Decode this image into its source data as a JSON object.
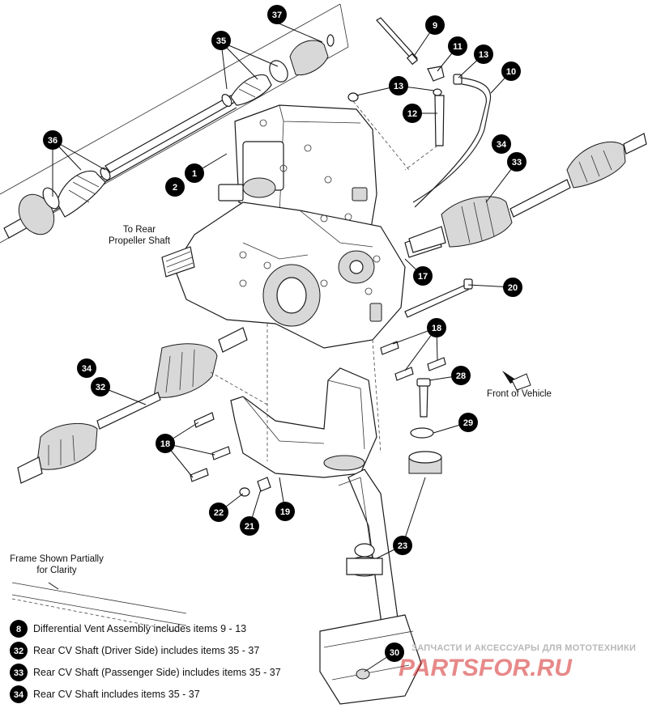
{
  "labels": {
    "rear_propeller": [
      "To Rear",
      "Propeller Shaft"
    ],
    "front_of_vehicle": "Front of Vehicle",
    "frame_note": [
      "Frame Shown Partially",
      "for Clarity"
    ]
  },
  "callouts": [
    "37",
    "35",
    "36",
    "9",
    "11",
    "13",
    "13",
    "10",
    "12",
    "1",
    "2",
    "34",
    "33",
    "17",
    "20",
    "18",
    "28",
    "29",
    "34",
    "32",
    "18",
    "22",
    "21",
    "19",
    "23",
    "30"
  ],
  "legend": [
    {
      "num": "8",
      "text": "Differential Vent Assembly includes items 9 - 13"
    },
    {
      "num": "32",
      "text": "Rear CV Shaft (Driver Side) includes items 35 - 37"
    },
    {
      "num": "33",
      "text": "Rear CV Shaft (Passenger Side) includes items 35 - 37"
    },
    {
      "num": "34",
      "text": "Rear CV Shaft includes items 35 - 37"
    }
  ],
  "watermark": {
    "top": "ЗАПЧАСТИ И АКСЕССУАРЫ ДЛЯ МОТОТЕХНИКИ",
    "brand": "PARTSFOR.RU"
  },
  "colors": {
    "watermark": "#d42a2a",
    "callout": "#000000"
  }
}
